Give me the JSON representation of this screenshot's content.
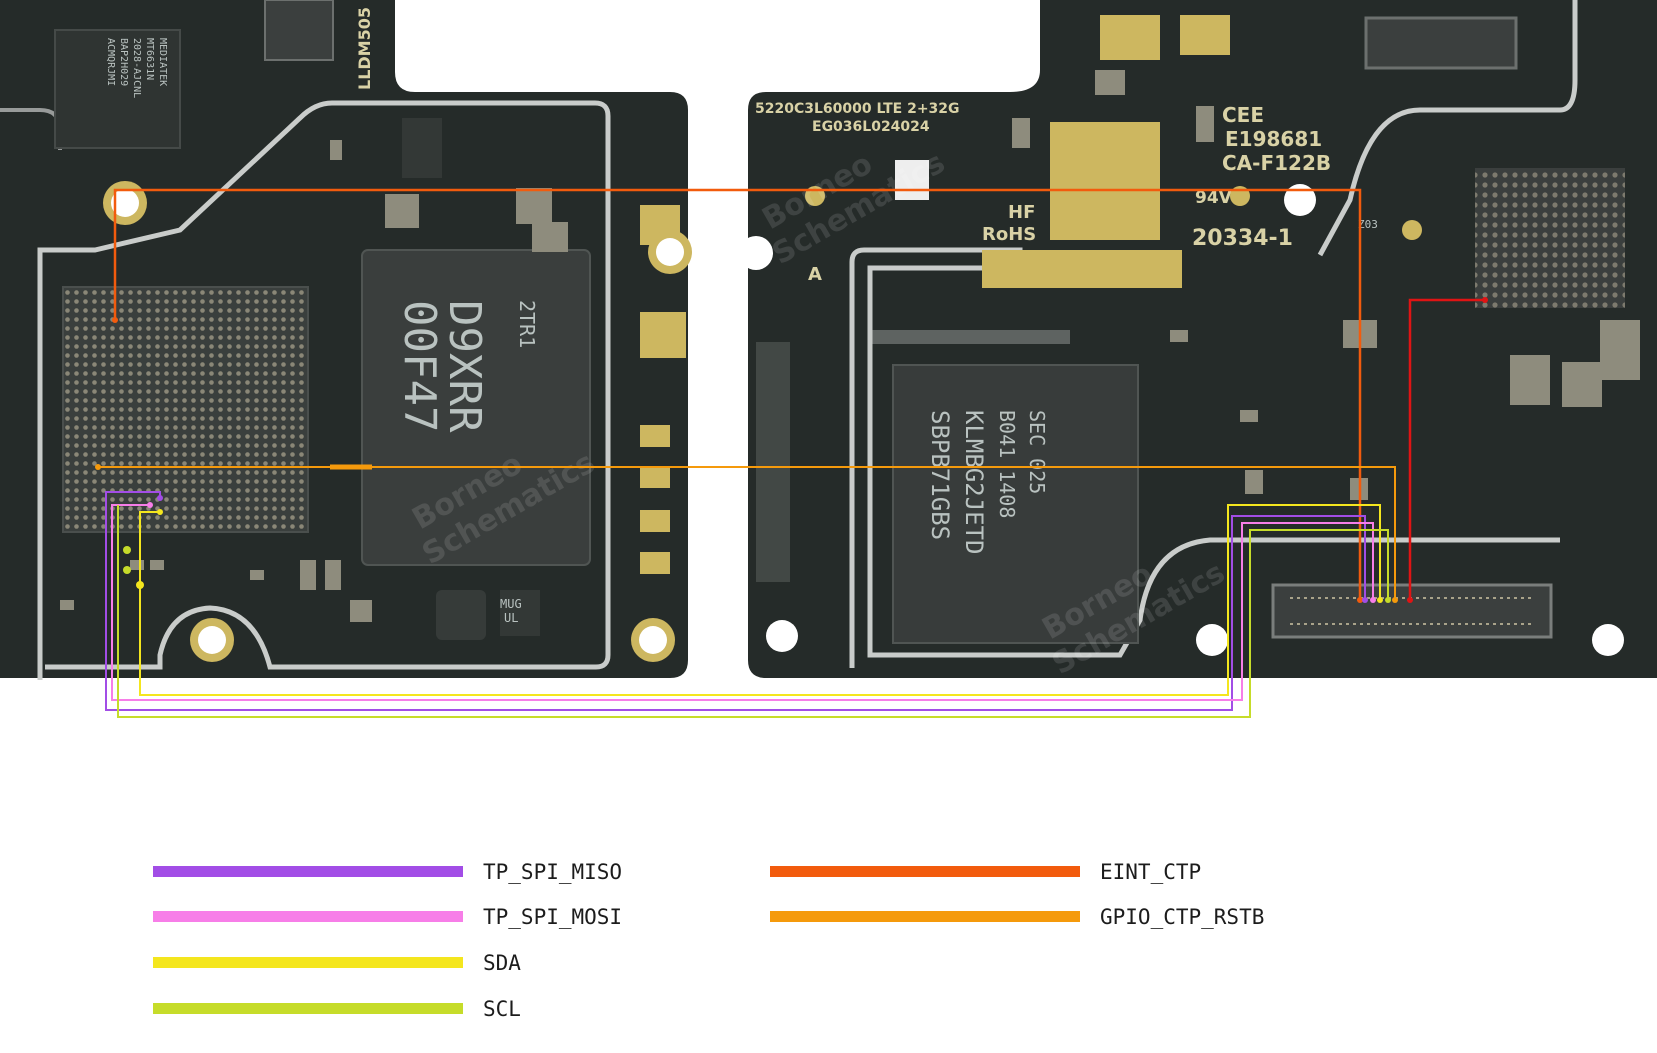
{
  "board": {
    "pcb_color": "#252b29",
    "silkscreen_left": [
      "LLDM505"
    ],
    "silkscreen_right": [
      "5220C3L60000 LTE 2+32G",
      "EG036L024024",
      "HF",
      "RoHS",
      "A",
      "94V-0",
      "20334-1"
    ],
    "cert_marks": [
      "CEE",
      "E198681",
      "CA-F122B"
    ],
    "chips": {
      "small_top_left": [
        "MEDIATEK",
        "MT6631N",
        "2028-AJCNL",
        "BAP2H029",
        "ACMQRJMI"
      ],
      "ram": [
        "2TR1",
        "D9XRR",
        "00F47"
      ],
      "emmc": [
        "SEC 025",
        "B041 1408",
        "KLMBG2JETD",
        "SBPB71GBS"
      ],
      "mug": [
        "MUG",
        "UL"
      ],
      "z03": [
        "Z03"
      ]
    },
    "watermark": [
      "Borneo",
      "Schematics"
    ]
  },
  "traces": [
    {
      "id": "tp_spi_miso",
      "color": "#a24de6"
    },
    {
      "id": "tp_spi_mosi",
      "color": "#f77ee8"
    },
    {
      "id": "sda",
      "color": "#f4e61e"
    },
    {
      "id": "scl",
      "color": "#c6dc2a"
    },
    {
      "id": "eint_ctp",
      "color": "#f25b0d"
    },
    {
      "id": "gpio_ctp_rstb",
      "color": "#f59a0c"
    }
  ],
  "legend": {
    "items": [
      {
        "label": "TP_SPI_MISO",
        "color": "#a24de6"
      },
      {
        "label": "TP_SPI_MOSI",
        "color": "#f77ee8"
      },
      {
        "label": "SDA",
        "color": "#f4e61e"
      },
      {
        "label": "SCL",
        "color": "#c6dc2a"
      },
      {
        "label": "EINT_CTP",
        "color": "#f25b0d"
      },
      {
        "label": "GPIO_CTP_RSTB",
        "color": "#f59a0c"
      }
    ]
  },
  "accent_colors": {
    "shield": "#c9ccca",
    "gold": "#cdb760",
    "pad_grey": "#8e8c7d"
  }
}
